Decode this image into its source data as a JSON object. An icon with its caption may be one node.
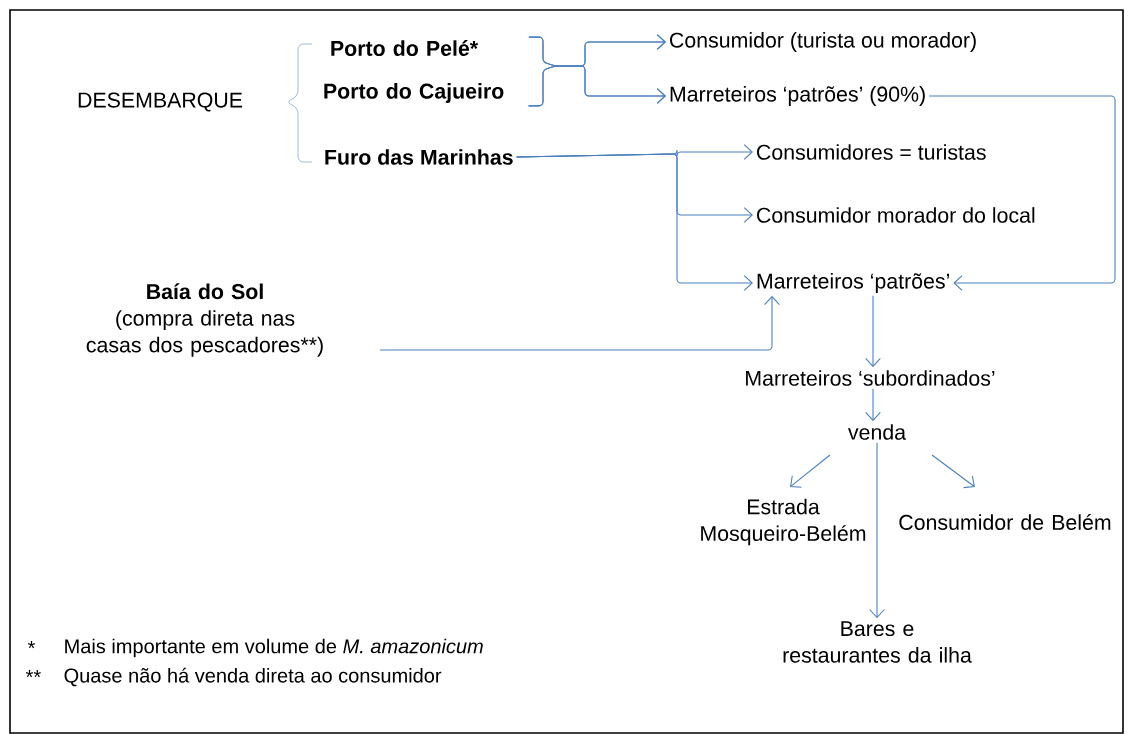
{
  "diagram": {
    "nodes": [
      {
        "text": [
          "Porto do Pelé*"
        ]
      },
      {
        "text": [
          "Porto do Cajueiro"
        ]
      },
      {
        "text": [
          "Furo das Marinhas"
        ]
      },
      {
        "text": [
          "Consumidor (turista ou morador)"
        ]
      },
      {
        "text": [
          "Marreteiros ‘patrões’ (90%)"
        ]
      },
      {
        "text": [
          "Consumidores = turistas"
        ]
      },
      {
        "text": [
          "Consumidor morador do local"
        ]
      },
      {
        "text": [
          "Marreteiros ‘patrões’"
        ]
      },
      {
        "text": [
          "Baía do Sol",
          "(compra direta nas casas dos pescadores**)"
        ]
      },
      {
        "text": [
          "Marreteiros ‘subordinados’"
        ]
      },
      {
        "text": [
          "venda"
        ]
      },
      {
        "text": [
          "Estrada Mosqueiro-Belém"
        ]
      },
      {
        "text": [
          "Consumidor de Belém"
        ]
      },
      {
        "text": [
          "Bares e restaurantes da ilha"
        ]
      }
    ],
    "edges": [
      {
        "from": 0,
        "to": 3,
        "arrow": "to"
      },
      {
        "from": 1,
        "to": 3,
        "arrow": "to"
      },
      {
        "from": 0,
        "to": 4,
        "arrow": "to"
      },
      {
        "from": 1,
        "to": 4,
        "arrow": "to"
      },
      {
        "from": 2,
        "to": 5,
        "arrow": "to"
      },
      {
        "from": 2,
        "to": 6,
        "arrow": "to"
      },
      {
        "from": 2,
        "to": 7,
        "arrow": "to"
      },
      {
        "from": 4,
        "to": 7,
        "arrow": "to"
      },
      {
        "from": 8,
        "to": 7,
        "arrow": "to"
      },
      {
        "from": 7,
        "to": 9,
        "arrow": "to"
      },
      {
        "from": 9,
        "to": 10,
        "arrow": "to"
      },
      {
        "from": 10,
        "to": 11,
        "arrow": "to"
      },
      {
        "from": 10,
        "to": 12,
        "arrow": "to"
      },
      {
        "from": 10,
        "to": 13,
        "arrow": "to"
      }
    ],
    "labels": [
      "DESEMBARQUE",
      "*",
      "Mais importante em volume de *M. amazonicum*",
      "**",
      "Quase não há venda direta ao consumidor"
    ]
  }
}
